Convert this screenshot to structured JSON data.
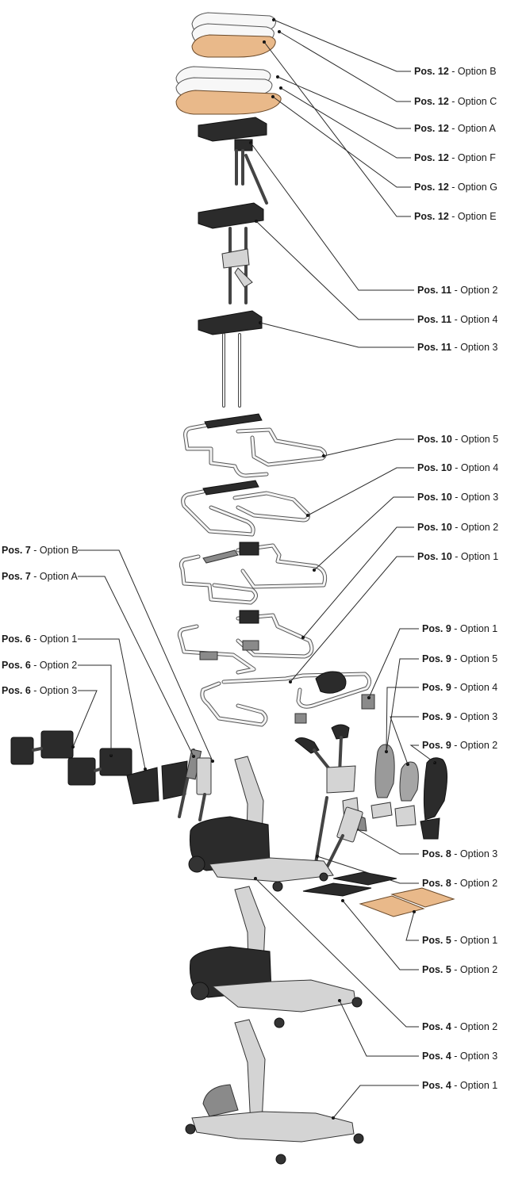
{
  "labels_right": [
    {
      "pos": "Pos. 12",
      "opt": " - Option B"
    },
    {
      "pos": "Pos. 12",
      "opt": " - Option C"
    },
    {
      "pos": "Pos. 12",
      "opt": " - Option A"
    },
    {
      "pos": "Pos. 12",
      "opt": " - Option F"
    },
    {
      "pos": "Pos. 12",
      "opt": " - Option G"
    },
    {
      "pos": "Pos. 12",
      "opt": " - Option E"
    },
    {
      "pos": "Pos. 11",
      "opt": " - Option 2"
    },
    {
      "pos": "Pos. 11",
      "opt": " - Option 4"
    },
    {
      "pos": "Pos. 11",
      "opt": " - Option 3"
    },
    {
      "pos": "Pos. 10",
      "opt": " - Option 5"
    },
    {
      "pos": "Pos. 10",
      "opt": " - Option 4"
    },
    {
      "pos": "Pos. 10",
      "opt": " - Option 3"
    },
    {
      "pos": "Pos. 10",
      "opt": " - Option 2"
    },
    {
      "pos": "Pos. 10",
      "opt": " - Option 1"
    },
    {
      "pos": "Pos. 9",
      "opt": " - Option 1"
    },
    {
      "pos": "Pos. 9",
      "opt": " - Option 5"
    },
    {
      "pos": "Pos. 9",
      "opt": " - Option 4"
    },
    {
      "pos": "Pos. 9",
      "opt": " - Option 3"
    },
    {
      "pos": "Pos. 9",
      "opt": " - Option 2"
    },
    {
      "pos": "Pos. 8",
      "opt": " - Option 3"
    },
    {
      "pos": "Pos. 8",
      "opt": " - Option 2"
    },
    {
      "pos": "Pos. 5",
      "opt": " - Option 1"
    },
    {
      "pos": "Pos. 5",
      "opt": " - Option 2"
    },
    {
      "pos": "Pos. 4",
      "opt": " - Option 2"
    },
    {
      "pos": "Pos. 4",
      "opt": " - Option 3"
    },
    {
      "pos": "Pos. 4",
      "opt": " - Option 1"
    }
  ],
  "labels_left": [
    {
      "pos": "Pos. 7",
      "opt": " - Option B"
    },
    {
      "pos": "Pos. 7",
      "opt": " - Option A"
    },
    {
      "pos": "Pos. 6",
      "opt": " - Option 1"
    },
    {
      "pos": "Pos. 6",
      "opt": " - Option 2"
    },
    {
      "pos": "Pos. 6",
      "opt": " - Option 3"
    }
  ],
  "colors": {
    "text": "#1a1a1a",
    "leader": "#2a2a2a",
    "wood": "#e9b98a",
    "dark_part": "#2b2b2b",
    "metal": "#d4d4d4"
  }
}
